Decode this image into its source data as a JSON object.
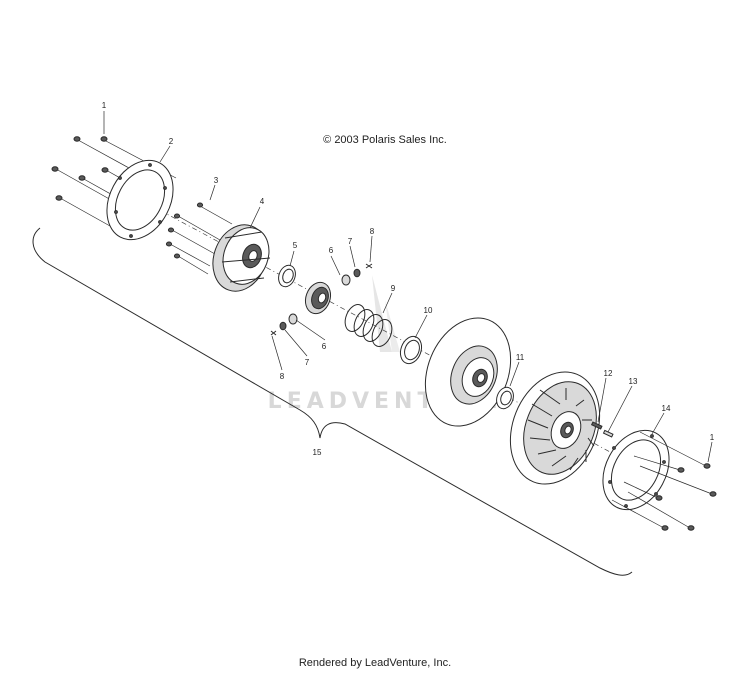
{
  "copyright": "© 2003 Polaris Sales Inc.",
  "footer": "Rendered by LeadVenture, Inc.",
  "watermark": "LEADVENTURE",
  "callouts": [
    "1",
    "2",
    "3",
    "4",
    "5",
    "6",
    "7",
    "8",
    "9",
    "10",
    "11",
    "6",
    "7",
    "8",
    "12",
    "13",
    "14",
    "1",
    "15"
  ]
}
